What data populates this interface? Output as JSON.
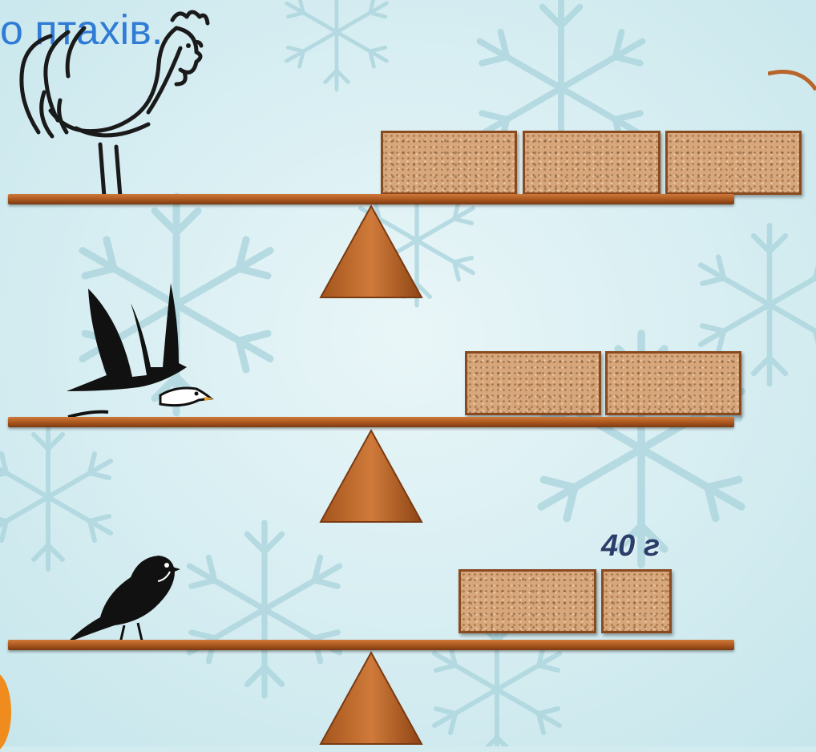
{
  "title_text": "о птахів.",
  "weight_label": "40 г",
  "colors": {
    "title": "#2f7bd6",
    "beam": "#a9561d",
    "fulcrum": "#b8642a",
    "brick": "#d7a77b",
    "label": "#2b3e6b"
  },
  "scales": [
    {
      "bird": "rooster-icon",
      "bricks": 3
    },
    {
      "bird": "seagull-icon",
      "bricks": 2
    },
    {
      "bird": "sparrow-icon",
      "bricks": 2
    }
  ]
}
